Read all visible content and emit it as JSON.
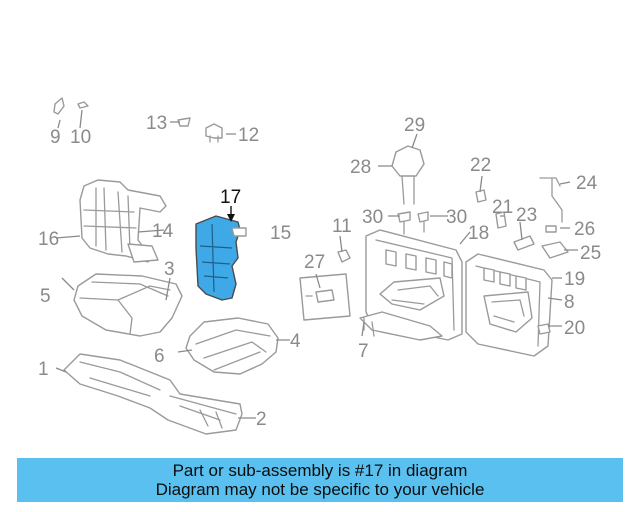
{
  "diagram": {
    "highlight_color": "#3fa9e8",
    "highlighted_part": "17",
    "callouts": [
      "1",
      "2",
      "3",
      "4",
      "5",
      "6",
      "7",
      "8",
      "9",
      "10",
      "11",
      "12",
      "13",
      "14",
      "15",
      "16",
      "17",
      "18",
      "19",
      "20",
      "21",
      "22",
      "23",
      "24",
      "25",
      "26",
      "27",
      "28",
      "29",
      "30",
      "30"
    ]
  },
  "banner": {
    "line1": "Part or sub-assembly is #17 in diagram",
    "line2": "Diagram may not be specific to your vehicle",
    "color": "#59c0f0"
  }
}
